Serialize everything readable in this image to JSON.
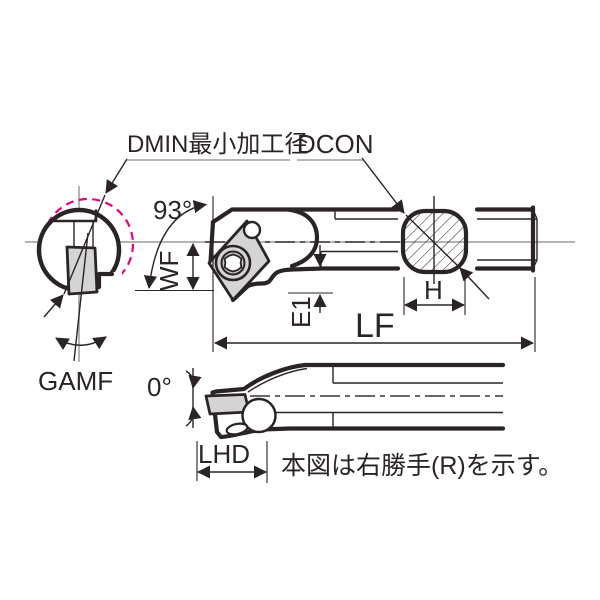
{
  "figure": {
    "type": "tool-dimension-diagram",
    "note": "本図は右勝手(R)を示す。"
  },
  "labels": {
    "dmin": "DMIN最小加工径",
    "dcon": "DCON",
    "angle_93": "93°",
    "wf": "WF",
    "e1": "E1",
    "lf": "LF",
    "h": "H",
    "gamf": "GAMF",
    "angle_0": "0°",
    "lhd": "LHD",
    "note": "本図は右勝手(R)を示す。"
  },
  "colors": {
    "line": "#2b2426",
    "centerline": "#9c9c9c",
    "dmin_circle": "#e6007d",
    "insert_fill": "#d4d4d4",
    "background": "#ffffff"
  }
}
